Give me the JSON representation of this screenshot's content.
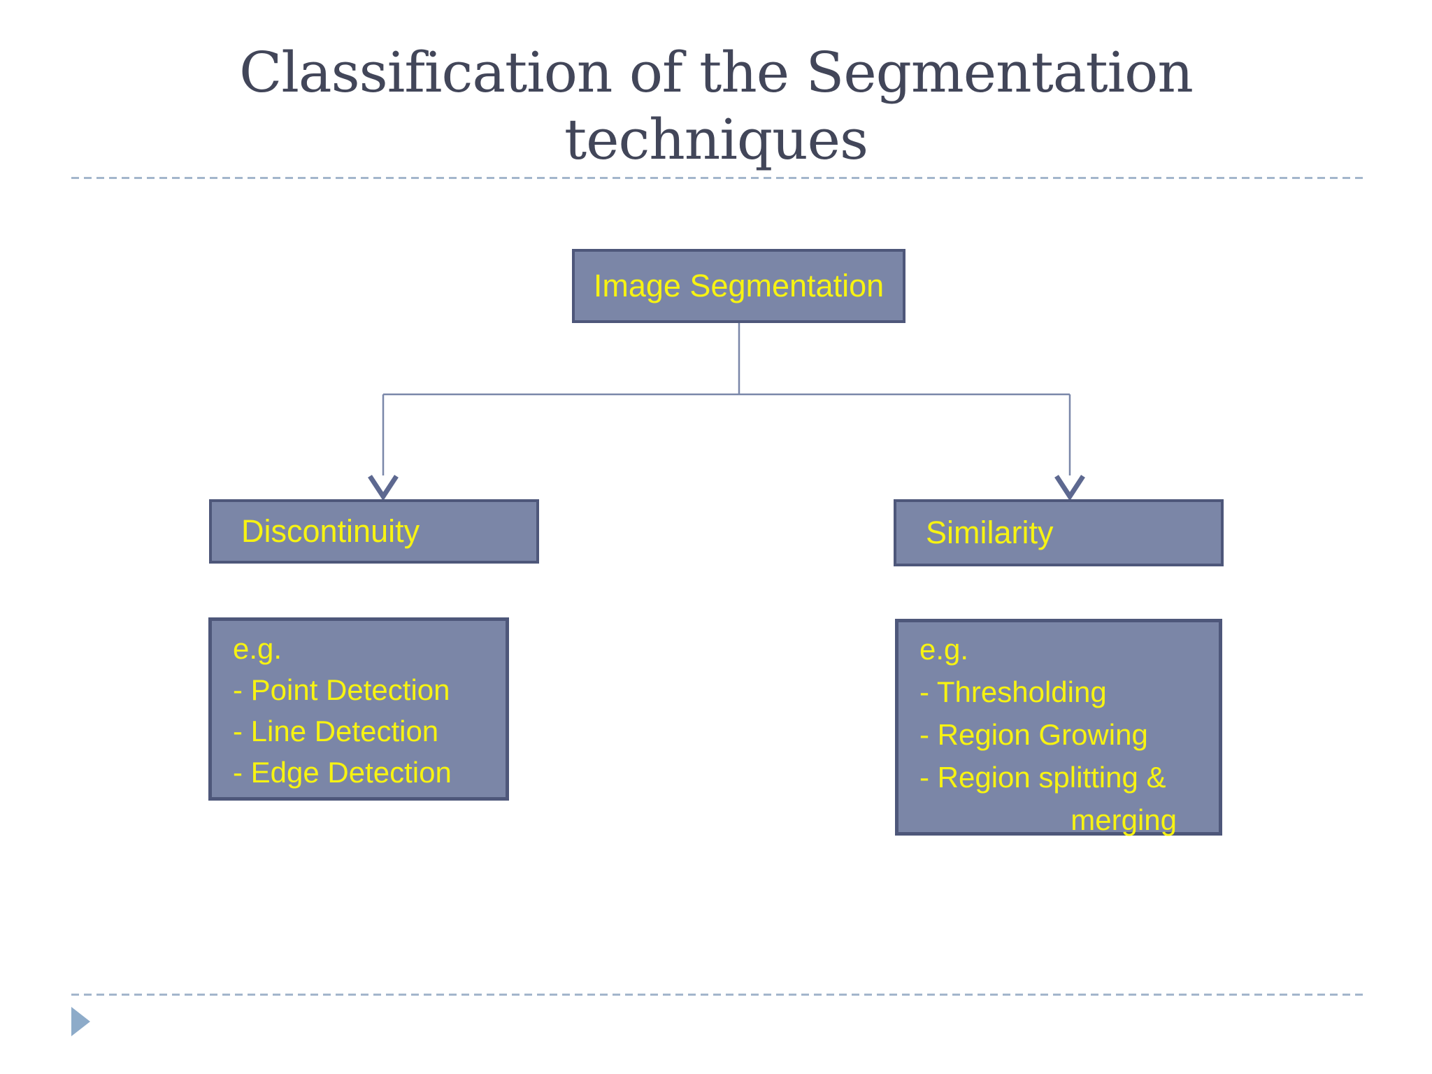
{
  "title": {
    "line1": "Classification of the Segmentation",
    "line2": "techniques"
  },
  "diagram": {
    "root": {
      "label": "Image Segmentation"
    },
    "branches": {
      "left": {
        "label": "Discontinuity"
      },
      "right": {
        "label": "Similarity"
      }
    },
    "left_examples": {
      "lines": [
        "e.g.",
        "- Point Detection",
        "- Line Detection",
        "- Edge Detection"
      ]
    },
    "right_examples": {
      "lines": [
        "e.g.",
        "- Thresholding",
        "- Region Growing",
        "- Region splitting &",
        "merging"
      ]
    }
  },
  "icons": {
    "footer_triangle": "right-pointing-triangle"
  },
  "theme": {
    "background": "#FFFFFF",
    "node_fill": "#7B86A7",
    "node_border": "#4E577A",
    "node_text_yellow": "#F7F312",
    "title_text": "#424659",
    "connector_line": "#7A87A9",
    "arrowhead": "#5D6890",
    "dashed_rule": "#A3B6CC",
    "footer_triangle": "#8DABC9"
  }
}
